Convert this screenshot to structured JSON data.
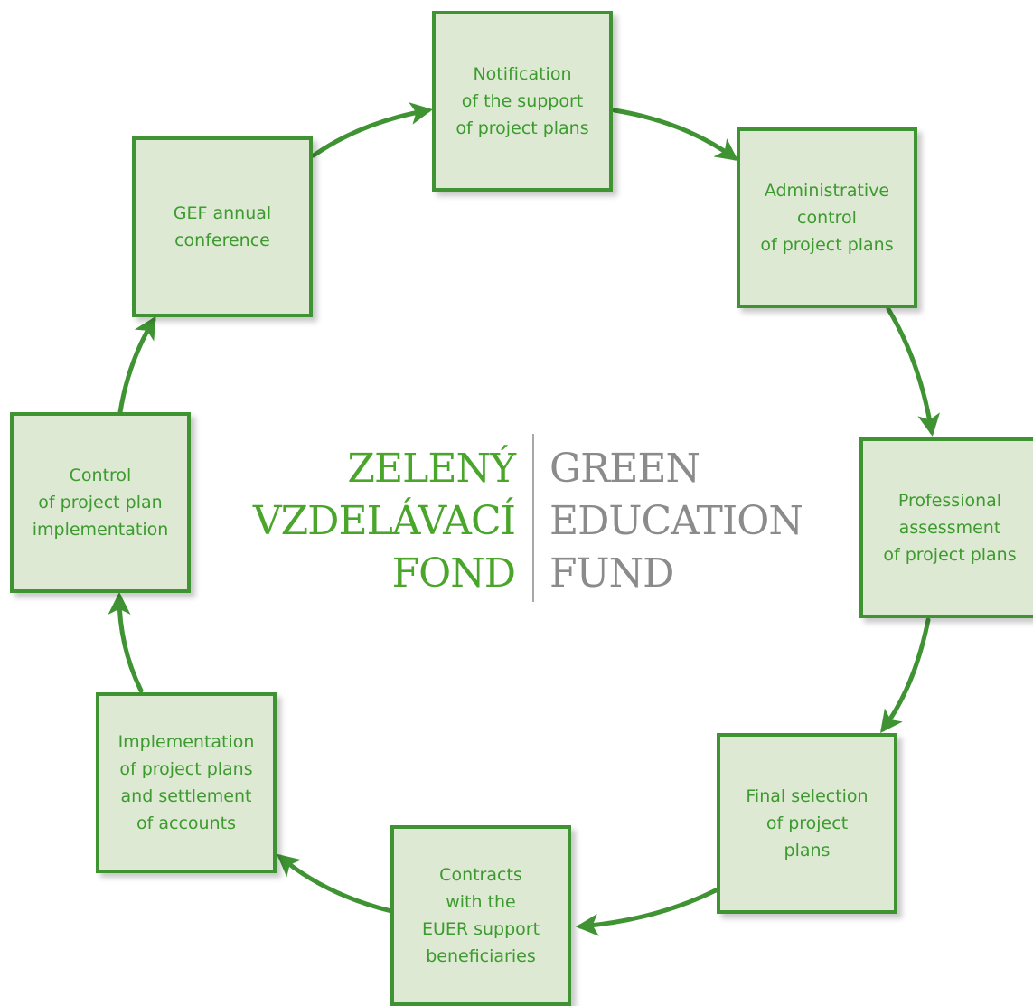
{
  "colors": {
    "accent": "#3f9333",
    "box_fill": "#dde9d2",
    "text_green": "#3c9a2f",
    "logo_green": "#4aa62a",
    "logo_grey": "#8b8b8b"
  },
  "steps": [
    {
      "id": "notification",
      "label": "Notification\nof the support\nof project plans"
    },
    {
      "id": "administrative",
      "label": "Administrative\ncontrol\nof project plans"
    },
    {
      "id": "professional",
      "label": "Professional\nassessment\nof project plans"
    },
    {
      "id": "final-selection",
      "label": "Final selection\nof project\nplans"
    },
    {
      "id": "contracts",
      "label": "Contracts\nwith the\nEUER support\nbeneficiaries"
    },
    {
      "id": "implementation",
      "label": "Implementation\nof project plans\nand settlement\nof accounts"
    },
    {
      "id": "control",
      "label": "Control\nof project plan\nimplementation"
    },
    {
      "id": "gef-conference",
      "label": "GEF annual\nconference"
    }
  ],
  "logo": {
    "left_lines": [
      "ZELENÝ",
      "VZDELÁVACÍ",
      "FOND"
    ],
    "right_lines": [
      "GREEN",
      "EDUCATION",
      "FUND"
    ]
  }
}
